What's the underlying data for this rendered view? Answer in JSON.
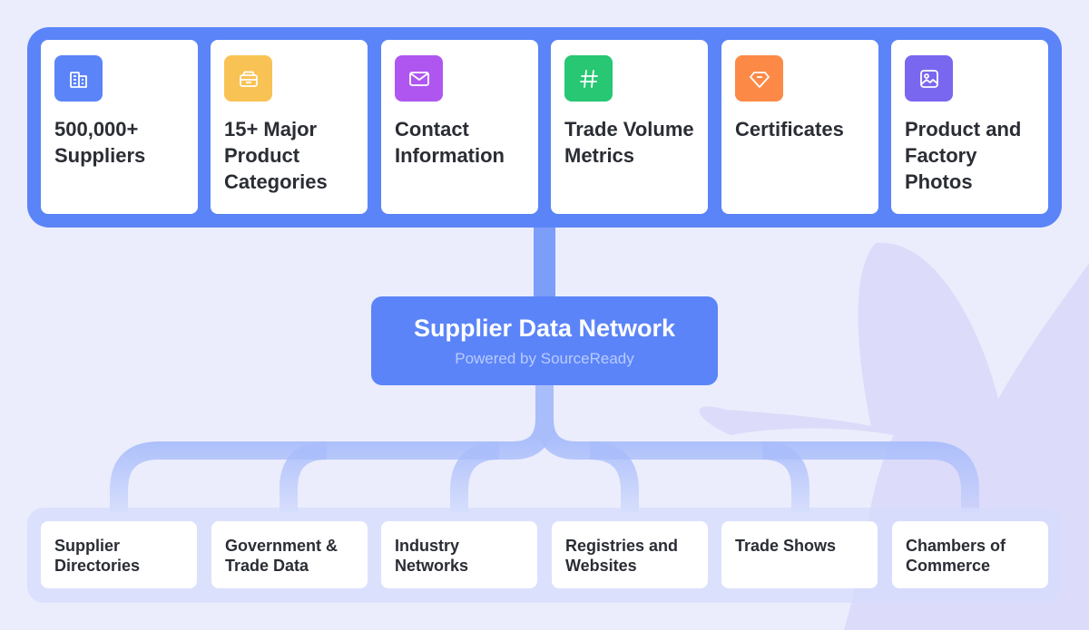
{
  "features": [
    {
      "label": "500,000+ Suppliers",
      "icon": "building-icon",
      "color": "#5b84f8"
    },
    {
      "label": "15+ Major Product Categories",
      "icon": "archive-box-icon",
      "color": "#f9c254"
    },
    {
      "label": "Contact Information",
      "icon": "envelope-icon",
      "color": "#b056f0"
    },
    {
      "label": "Trade Volume Metrics",
      "icon": "hash-icon",
      "color": "#27c773"
    },
    {
      "label": "Certificates",
      "icon": "diamond-icon",
      "color": "#fc8a46"
    },
    {
      "label": "Product and Factory Photos",
      "icon": "image-icon",
      "color": "#7a67ef"
    }
  ],
  "hub": {
    "title": "Supplier Data Network",
    "subtitle": "Powered by SourceReady"
  },
  "sources": [
    {
      "label": "Supplier Directories"
    },
    {
      "label": "Government & Trade Data"
    },
    {
      "label": "Industry Networks"
    },
    {
      "label": "Registries and Websites"
    },
    {
      "label": "Trade Shows"
    },
    {
      "label": "Chambers of Commerce"
    }
  ],
  "colors": {
    "background": "#ebedfc",
    "accent": "#5b84f8",
    "connector": "#a9bdfb",
    "card_text": "#2a2d34"
  }
}
